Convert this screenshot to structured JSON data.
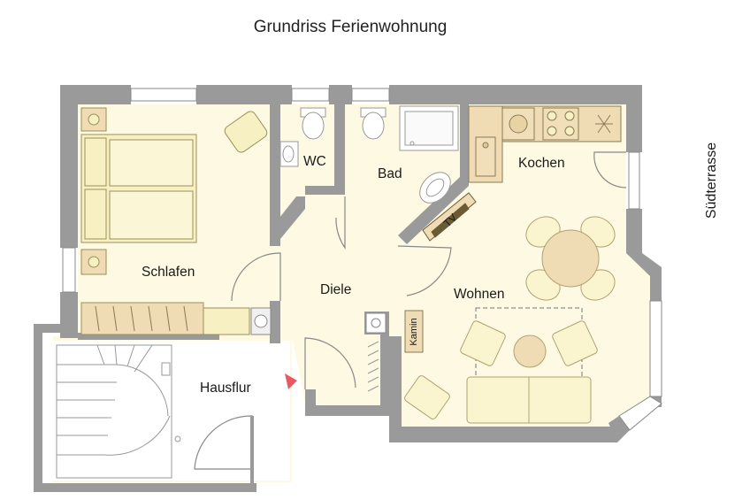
{
  "title": "Grundriss Ferienwohnung",
  "rooms": {
    "schlafen": "Schlafen",
    "wc": "WC",
    "bad": "Bad",
    "kochen": "Kochen",
    "diele": "Diele",
    "wohnen": "Wohnen",
    "hausflur": "Hausflur"
  },
  "labels": {
    "kamin": "Kamin",
    "tv": "TV",
    "terrace": "Südterrasse"
  },
  "colors": {
    "wall": "#9a9a9a",
    "floor": "#fdf9e2",
    "furniture": "#f7f0c2",
    "wood": "#efdcb4",
    "entry_marker": "#e85a63"
  }
}
